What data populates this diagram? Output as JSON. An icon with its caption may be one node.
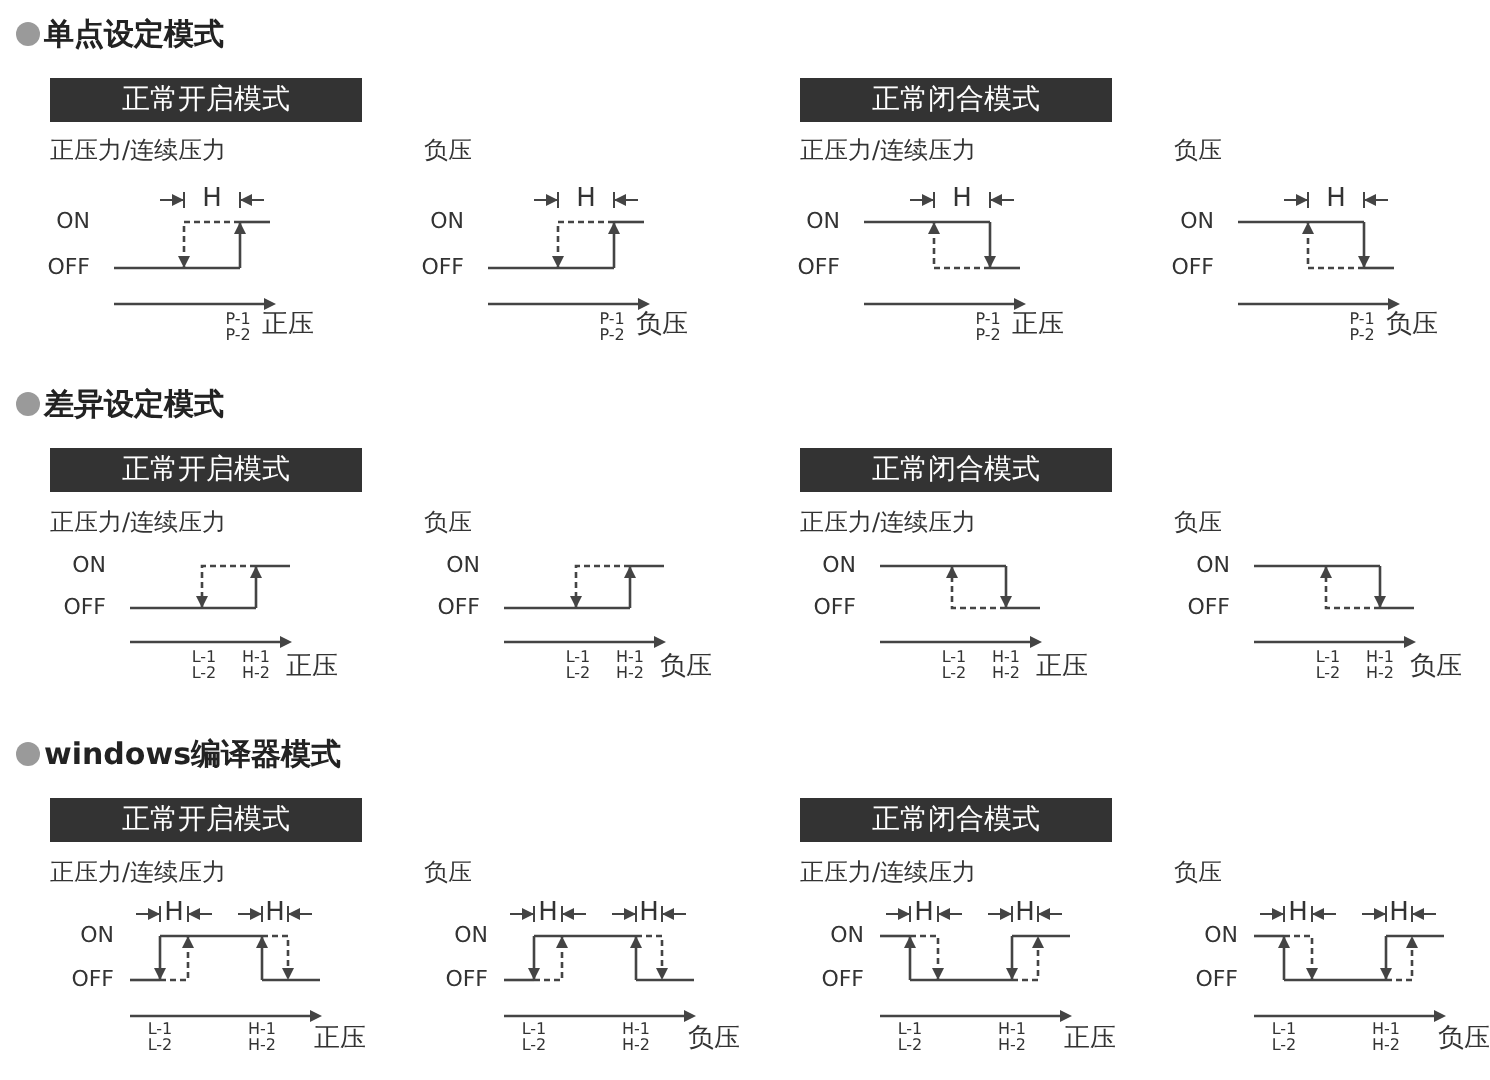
{
  "diagram": {
    "nodes": [
      {
        "text": [
          "正常开启模式"
        ]
      },
      {
        "text": [
          "正常闭合模式"
        ]
      },
      {
        "text": [
          "正常开启模式"
        ]
      },
      {
        "text": [
          "正常闭合模式"
        ]
      },
      {
        "text": [
          "正常开启模式"
        ]
      },
      {
        "text": [
          "正常闭合模式"
        ]
      }
    ],
    "labels": [
      "单点设定模式",
      "正压力/连续压力",
      "H",
      "ON",
      "OFF",
      "P-1 P-2",
      "正压",
      "负压",
      "H",
      "ON",
      "OFF",
      "P-1 P-2",
      "负压",
      "正压力/连续压力",
      "H",
      "ON",
      "OFF",
      "P-1 P-2",
      "正压",
      "负压",
      "H",
      "ON",
      "OFF",
      "P-1 P-2",
      "负压",
      "差异设定模式",
      "正压力/连续压力",
      "ON",
      "OFF",
      "L-1 L-2",
      "H-1 H-2",
      "正压",
      "负压",
      "ON",
      "OFF",
      "L-1 L-2",
      "H-1 H-2",
      "负压",
      "正压力/连续压力",
      "ON",
      "OFF",
      "L-1 L-2",
      "H-1 H-2",
      "正压",
      "负压",
      "ON",
      "OFF",
      "L-1 L-2",
      "H-1 H-2",
      "负压",
      "windows编译器模式",
      "正压力/连续压力",
      "H",
      "H",
      "ON",
      "OFF",
      "L-1 L-2",
      "H-1 H-2",
      "正压",
      "负压",
      "H",
      "H",
      "ON",
      "OFF",
      "L-1 L-2",
      "H-1 H-2",
      "负压",
      "正压力/连续压力",
      "H",
      "H",
      "ON",
      "OFF",
      "L-1 L-2",
      "H-1 H-2",
      "正压",
      "负压",
      "H",
      "H",
      "ON",
      "OFF",
      "L-1 L-2",
      "H-1 H-2",
      "负压"
    ]
  }
}
